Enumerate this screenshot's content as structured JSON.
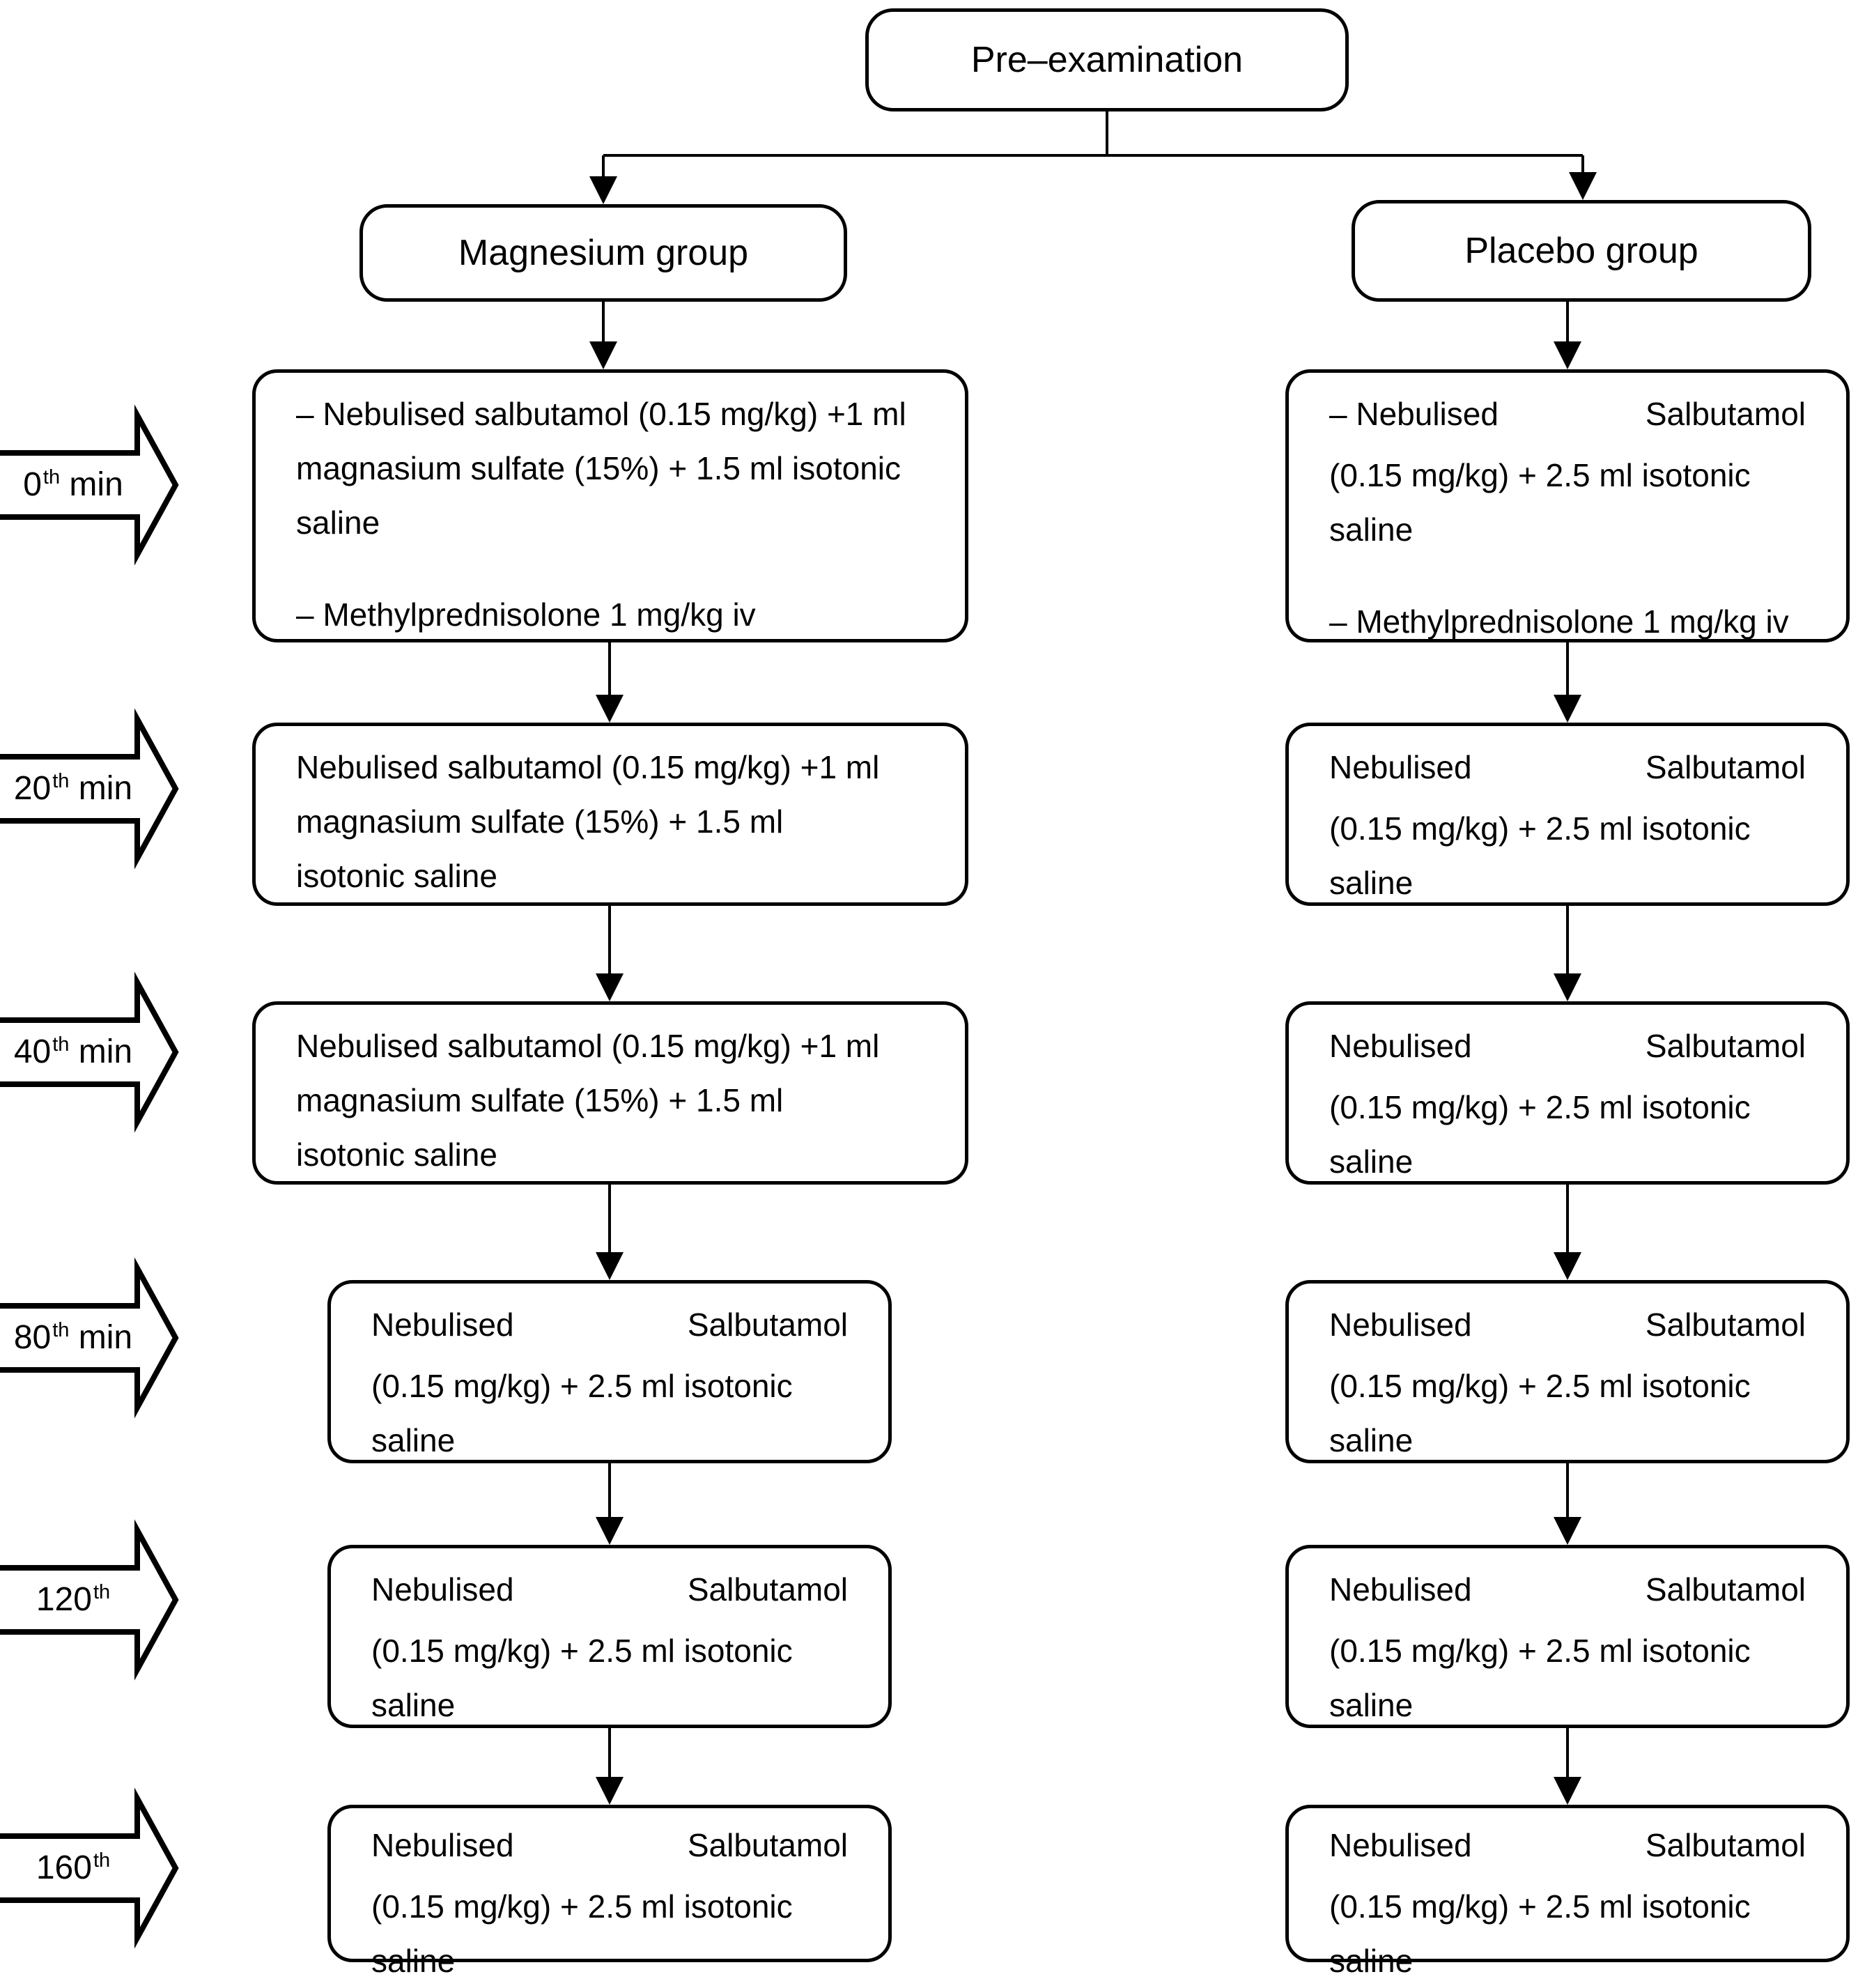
{
  "title": {
    "pre_examination": "Pre–examination"
  },
  "groups": {
    "magnesium": {
      "label": "Magnesium group"
    },
    "placebo": {
      "label": "Placebo group"
    }
  },
  "timeline": [
    {
      "number": "0",
      "suffix": "th",
      "unit": " min"
    },
    {
      "number": "20",
      "suffix": "th",
      "unit": " min"
    },
    {
      "number": "40",
      "suffix": "th",
      "unit": " min"
    },
    {
      "number": "80",
      "suffix": "th",
      "unit": " min"
    },
    {
      "number": "120",
      "suffix": "th",
      "unit": ""
    },
    {
      "number": "160",
      "suffix": "th",
      "unit": ""
    }
  ],
  "magnesium_boxes": {
    "t0": {
      "item1": "– Nebulised salbutamol (0.15 mg/kg) +1 ml\nmagnasium sulfate (15%) + 1.5 ml isotonic\nsaline",
      "item2": "– Methylprednisolone 1 mg/kg iv"
    },
    "t20": {
      "text": "Nebulised salbutamol (0.15 mg/kg) +1 ml\nmagnasium sulfate (15%) + 1.5 ml\nisotonic saline"
    },
    "t40": {
      "text": "Nebulised salbutamol (0.15 mg/kg) +1 ml\nmagnasium sulfate (15%) + 1.5 ml\nisotonic saline"
    },
    "t80": {
      "word1": "Nebulised",
      "word2": "Salbutamol",
      "rest": "(0.15 mg/kg) + 2.5 ml isotonic\nsaline"
    },
    "t120": {
      "word1": "Nebulised",
      "word2": "Salbutamol",
      "rest": "(0.15 mg/kg) + 2.5 ml isotonic\nsaline"
    },
    "t160": {
      "word1": "Nebulised",
      "word2": "Salbutamol",
      "rest": "(0.15 mg/kg) + 2.5 ml isotonic\nsaline"
    }
  },
  "placebo_boxes": {
    "t0": {
      "word1": "– Nebulised",
      "word2": "Salbutamol",
      "rest": "(0.15 mg/kg) + 2.5 ml isotonic\nsaline",
      "item2": "– Methylprednisolone 1 mg/kg iv"
    },
    "t20": {
      "word1": "Nebulised",
      "word2": "Salbutamol",
      "rest": "(0.15 mg/kg) + 2.5 ml isotonic\nsaline"
    },
    "t40": {
      "word1": "Nebulised",
      "word2": "Salbutamol",
      "rest": "(0.15 mg/kg) + 2.5 ml isotonic\nsaline"
    },
    "t80": {
      "word1": "Nebulised",
      "word2": "Salbutamol",
      "rest": "(0.15 mg/kg) + 2.5 ml isotonic\nsaline"
    },
    "t120": {
      "word1": "Nebulised",
      "word2": "Salbutamol",
      "rest": "(0.15 mg/kg) + 2.5 ml isotonic\nsaline"
    },
    "t160": {
      "word1": "Nebulised",
      "word2": "Salbutamol",
      "rest": "(0.15 mg/kg) + 2.5 ml isotonic\nsaline"
    }
  },
  "colors": {
    "line": "#000000",
    "background": "#ffffff",
    "box_fill": "#ffffff"
  }
}
